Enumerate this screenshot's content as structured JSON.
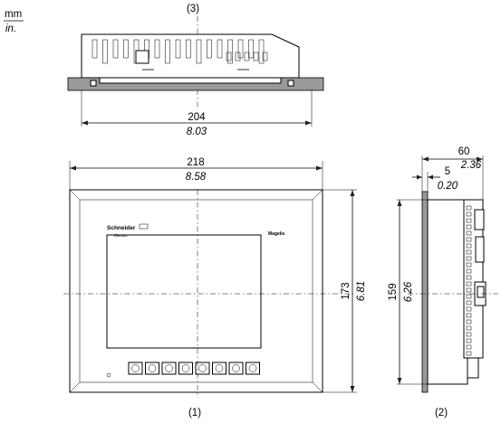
{
  "units": {
    "top": "mm",
    "bottom": "in."
  },
  "views": {
    "top": {
      "label": "(3)",
      "width_mm": "204",
      "width_in": "8.03"
    },
    "front": {
      "label": "(1)",
      "width_mm": "218",
      "width_in": "8.58",
      "height_mm": "173",
      "height_in": "6.81",
      "brand": "Schneider",
      "brand_sub": "Electric",
      "product": "Magelis",
      "function_keys": 8
    },
    "side": {
      "label": "(2)",
      "depth_mm": "60",
      "depth_in": "2.36",
      "bezel_mm": "5",
      "bezel_in": "0.20",
      "height_mm": "159",
      "height_in": "6.26"
    }
  },
  "colors": {
    "line": "#000000",
    "bezel_fill": "#9a9a9a",
    "background": "#ffffff"
  }
}
